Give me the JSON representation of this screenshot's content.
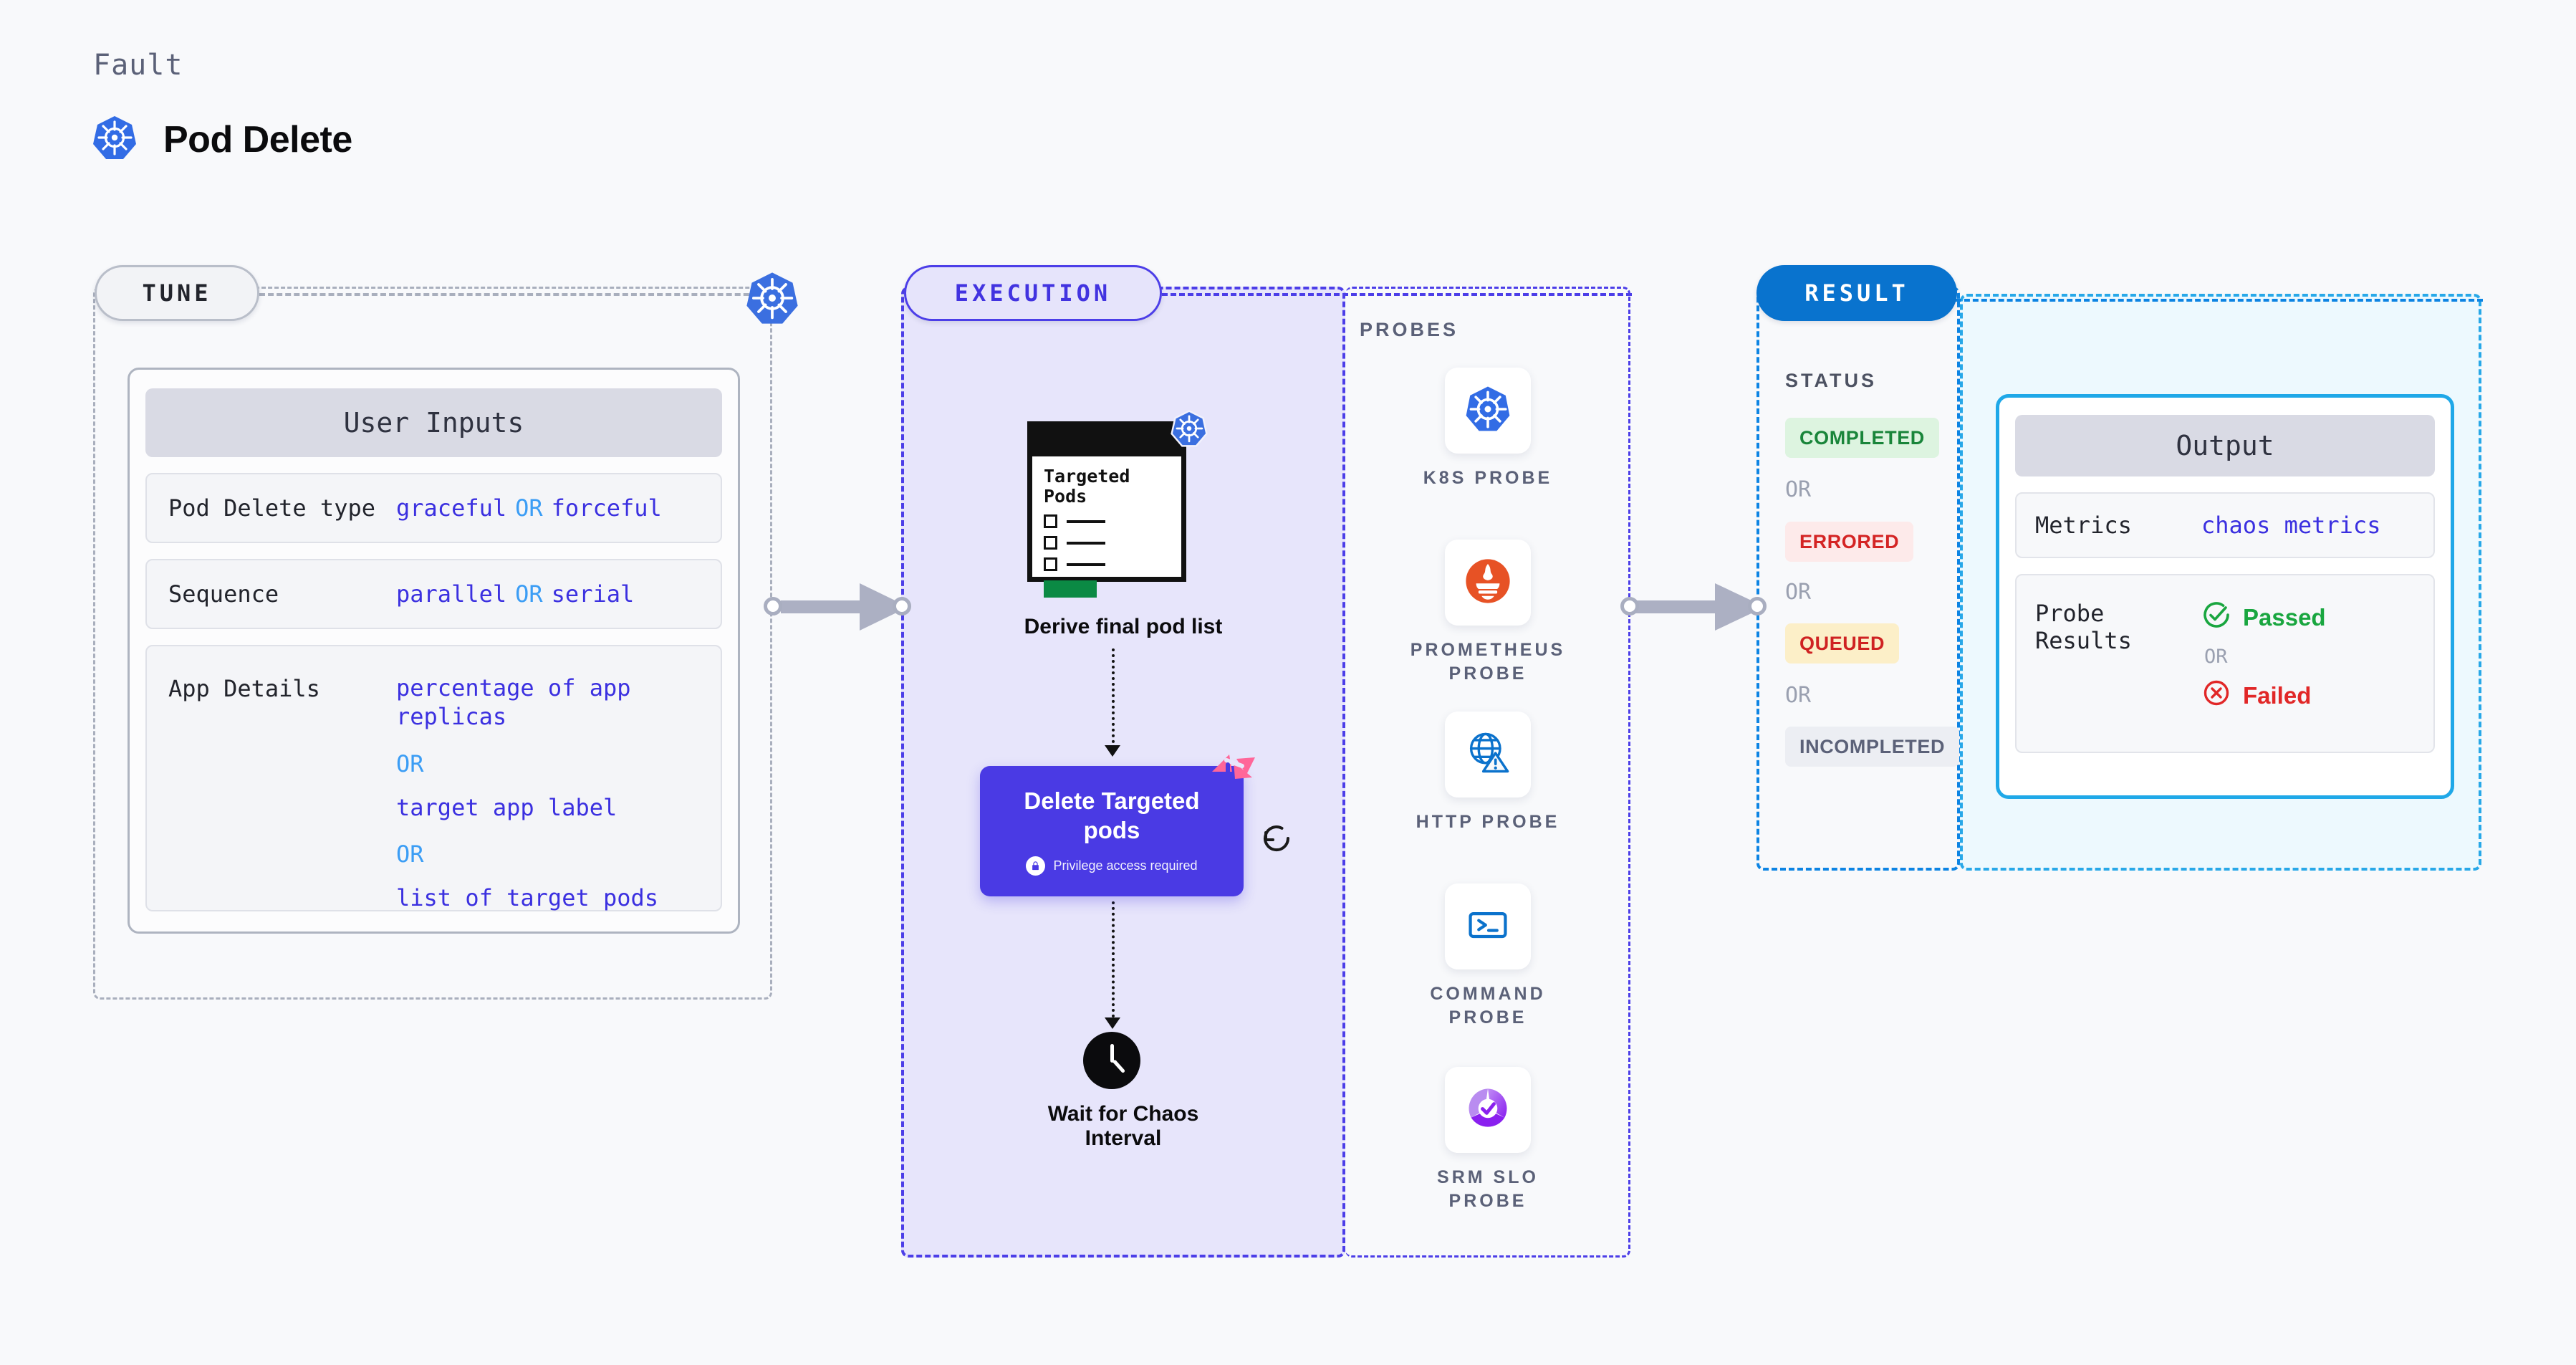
{
  "header": {
    "kicker": "Fault",
    "title": "Pod Delete",
    "icon": "kubernetes-icon"
  },
  "colors": {
    "tune_border": "#a9afbd",
    "exec_border": "#4c3ee8",
    "exec_bg": "#e7e5fb",
    "result_border": "#0d84e3",
    "result_chip_bg": "#0973ce",
    "output_border": "#28a8e8",
    "output_bg": "#edf9fe",
    "accent_value": "#3b30e0",
    "accent_or": "#3b9df5",
    "delete_box": "#4a3ae4",
    "harness_pink": "#ff6699",
    "pass_green": "#19a63f",
    "fail_red": "#e12727"
  },
  "tune": {
    "chip": "TUNE",
    "card_title": "User Inputs",
    "rows": [
      {
        "label": "Pod Delete type",
        "value_a": "graceful",
        "or": "OR",
        "value_b": "forceful"
      },
      {
        "label": "Sequence",
        "value_a": "parallel",
        "or": "OR",
        "value_b": "serial"
      }
    ],
    "app_details": {
      "label": "App Details",
      "options": [
        "percentage of app replicas",
        "target app label",
        "list of target pods"
      ],
      "or": "OR"
    }
  },
  "execution": {
    "chip": "EXECUTION",
    "doc": {
      "title_line1": "Targeted",
      "title_line2": "Pods",
      "badge_icon": "kubernetes-icon"
    },
    "step1_label": "Derive final pod list",
    "step2": {
      "title_line1": "Delete Targeted",
      "title_line2": "pods",
      "note": "Privilege access required",
      "note_icon": "lock-icon",
      "corner_icon": "harness-logo-icon",
      "side_icon": "retry-loop-icon"
    },
    "step3": {
      "icon": "clock-icon",
      "label_line1": "Wait for Chaos",
      "label_line2": "Interval"
    }
  },
  "probes": {
    "heading": "PROBES",
    "items": [
      {
        "label_line1": "K8S PROBE",
        "label_line2": "",
        "icon": "kubernetes-icon"
      },
      {
        "label_line1": "PROMETHEUS",
        "label_line2": "PROBE",
        "icon": "prometheus-icon"
      },
      {
        "label_line1": "HTTP PROBE",
        "label_line2": "",
        "icon": "http-globe-icon"
      },
      {
        "label_line1": "COMMAND",
        "label_line2": "PROBE",
        "icon": "terminal-icon"
      },
      {
        "label_line1": "SRM SLO",
        "label_line2": "PROBE",
        "icon": "srm-slo-donut-icon"
      }
    ]
  },
  "result": {
    "chip": "RESULT",
    "status_heading": "STATUS",
    "or": "OR",
    "badges": [
      {
        "text": "COMPLETED",
        "bg": "#ddf4e0",
        "fg": "#19853a"
      },
      {
        "text": "ERRORED",
        "bg": "#fdeaea",
        "fg": "#d42424"
      },
      {
        "text": "QUEUED",
        "bg": "#fcefc8",
        "fg": "#cf2222"
      },
      {
        "text": "INCOMPLETED",
        "bg": "#eceef3",
        "fg": "#5b6178"
      }
    ]
  },
  "output": {
    "card_title": "Output",
    "metrics": {
      "label": "Metrics",
      "value": "chaos metrics"
    },
    "probe_results": {
      "label_line1": "Probe",
      "label_line2": "Results",
      "passed": "Passed",
      "passed_icon": "check-circle-icon",
      "or": "OR",
      "failed": "Failed",
      "failed_icon": "x-circle-icon"
    }
  }
}
